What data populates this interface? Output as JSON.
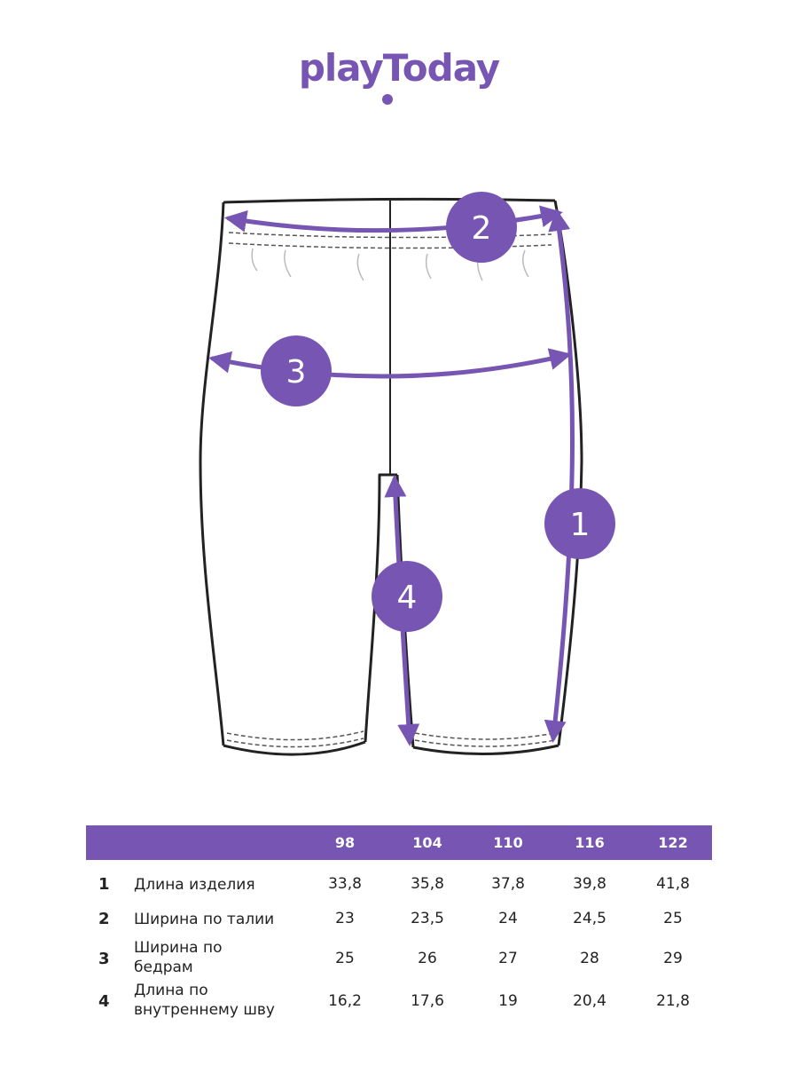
{
  "brand": {
    "name": "playToday"
  },
  "colors": {
    "accent": "#7755b3",
    "outline": "#222222"
  },
  "diagram": {
    "markers": [
      {
        "id": "m1",
        "label": "1"
      },
      {
        "id": "m2",
        "label": "2"
      },
      {
        "id": "m3",
        "label": "3"
      },
      {
        "id": "m4",
        "label": "4"
      }
    ]
  },
  "size_table": {
    "header_first": "",
    "sizes": [
      "98",
      "104",
      "110",
      "116",
      "122"
    ],
    "rows": [
      {
        "num": "1",
        "label": "Длина изделия",
        "values": [
          "33,8",
          "35,8",
          "37,8",
          "39,8",
          "41,8"
        ]
      },
      {
        "num": "2",
        "label": "Ширина по талии",
        "values": [
          "23",
          "23,5",
          "24",
          "24,5",
          "25"
        ]
      },
      {
        "num": "3",
        "label": "Ширина по бедрам",
        "values": [
          "25",
          "26",
          "27",
          "28",
          "29"
        ]
      },
      {
        "num": "4",
        "label": "Длина по внутреннему шву",
        "values": [
          "16,2",
          "17,6",
          "19",
          "20,4",
          "21,8"
        ]
      }
    ]
  }
}
